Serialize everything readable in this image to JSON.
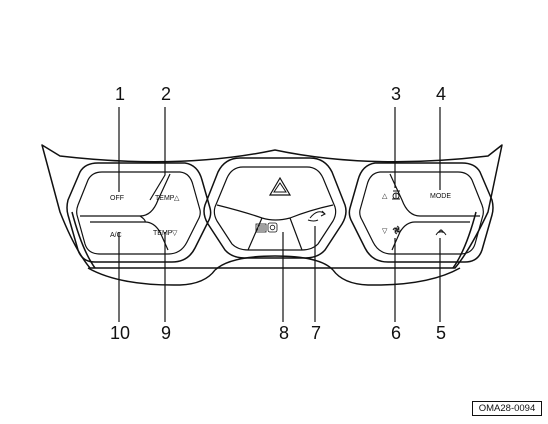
{
  "callouts": {
    "c1": "1",
    "c2": "2",
    "c3": "3",
    "c4": "4",
    "c5": "5",
    "c6": "6",
    "c7": "7",
    "c8": "8",
    "c9": "9",
    "c10": "10"
  },
  "labels": {
    "off": "OFF",
    "temp_up": "TEMP",
    "temp_down": "TEMP",
    "ac": "A/C",
    "mode": "MODE"
  },
  "icons": {
    "temp_up_arrow": "△",
    "temp_down_arrow": "▽",
    "fan_up_arrow": "△",
    "fan_down_arrow": "▽",
    "hazard": "hazard-triangle-icon",
    "rear_defrost": "rear-defrost-icon",
    "recirculation": "recirculation-icon",
    "front_defrost": "front-defrost-icon",
    "fan": "fan-icon"
  },
  "figure_code": "OMA28-0094"
}
